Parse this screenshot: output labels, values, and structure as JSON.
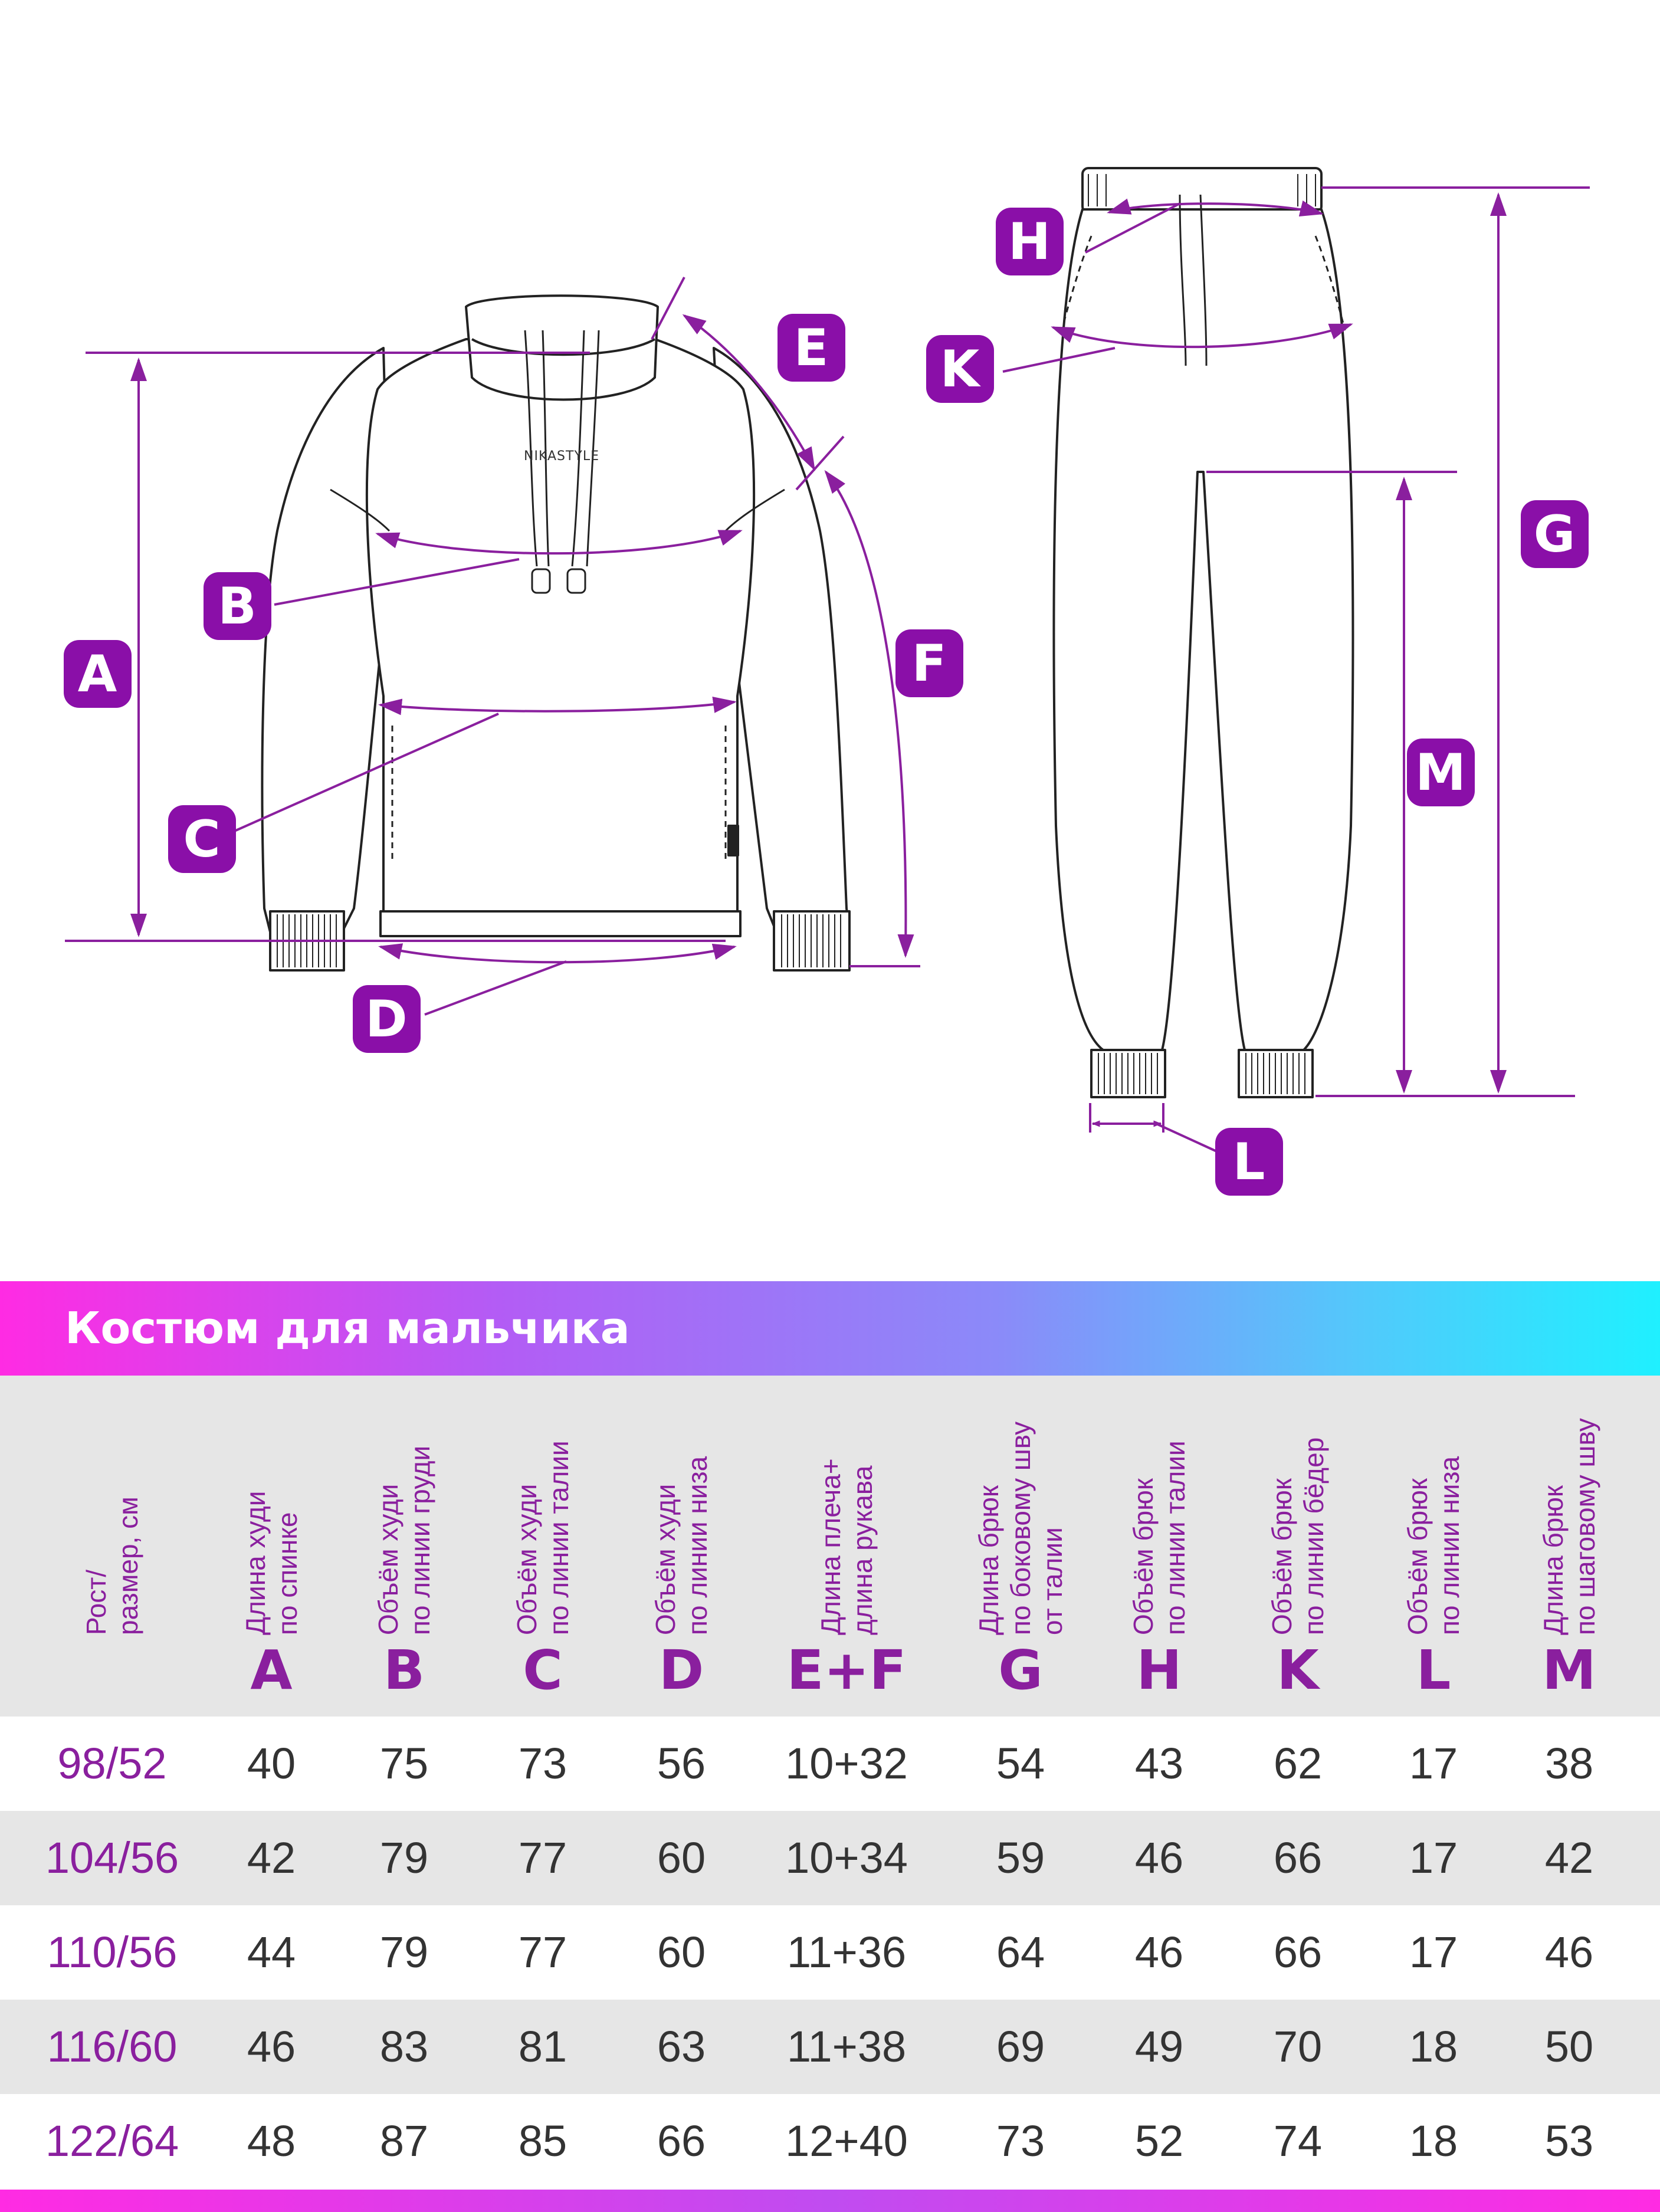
{
  "badges": [
    "A",
    "B",
    "C",
    "D",
    "E",
    "F",
    "G",
    "H",
    "K",
    "L",
    "M"
  ],
  "logo": "NIKASTYLE",
  "table": {
    "title": "Костюм для мальчика",
    "size_col": {
      "desc": [
        "Рост/",
        "размер, см"
      ]
    },
    "columns": [
      {
        "letter": "A",
        "desc": [
          "Длина худи",
          "по спинке"
        ]
      },
      {
        "letter": "B",
        "desc": [
          "Объём худи",
          "по линии груди"
        ]
      },
      {
        "letter": "C",
        "desc": [
          "Объём худи",
          "по линии талии"
        ]
      },
      {
        "letter": "D",
        "desc": [
          "Объём худи",
          "по линии низа"
        ]
      },
      {
        "letter": "E+F",
        "desc": [
          "Длина плеча+",
          "длина рукава"
        ]
      },
      {
        "letter": "G",
        "desc": [
          "Длина брюк",
          "по боковому шву",
          "от талии"
        ]
      },
      {
        "letter": "H",
        "desc": [
          "Объём брюк",
          "по линии талии"
        ]
      },
      {
        "letter": "K",
        "desc": [
          "Объём брюк",
          "по линии бёдер"
        ]
      },
      {
        "letter": "L",
        "desc": [
          "Объём брюк",
          "по линии низа"
        ]
      },
      {
        "letter": "M",
        "desc": [
          "Длина брюк",
          "по шаговому шву"
        ]
      }
    ],
    "rows": [
      {
        "size": "98/52",
        "values": [
          "40",
          "75",
          "73",
          "56",
          "10+32",
          "54",
          "43",
          "62",
          "17",
          "38"
        ]
      },
      {
        "size": "104/56",
        "values": [
          "42",
          "79",
          "77",
          "60",
          "10+34",
          "59",
          "46",
          "66",
          "17",
          "42"
        ]
      },
      {
        "size": "110/56",
        "values": [
          "44",
          "79",
          "77",
          "60",
          "11+36",
          "64",
          "46",
          "66",
          "17",
          "46"
        ]
      },
      {
        "size": "116/60",
        "values": [
          "46",
          "83",
          "81",
          "63",
          "11+38",
          "69",
          "49",
          "70",
          "18",
          "50"
        ]
      },
      {
        "size": "122/64",
        "values": [
          "48",
          "87",
          "85",
          "66",
          "12+40",
          "73",
          "52",
          "74",
          "18",
          "53"
        ]
      }
    ]
  },
  "colors": {
    "accent": "#8a1f9e",
    "badge": "#8a0fa8",
    "stripe": "#e6e6e6",
    "text": "#333333"
  }
}
